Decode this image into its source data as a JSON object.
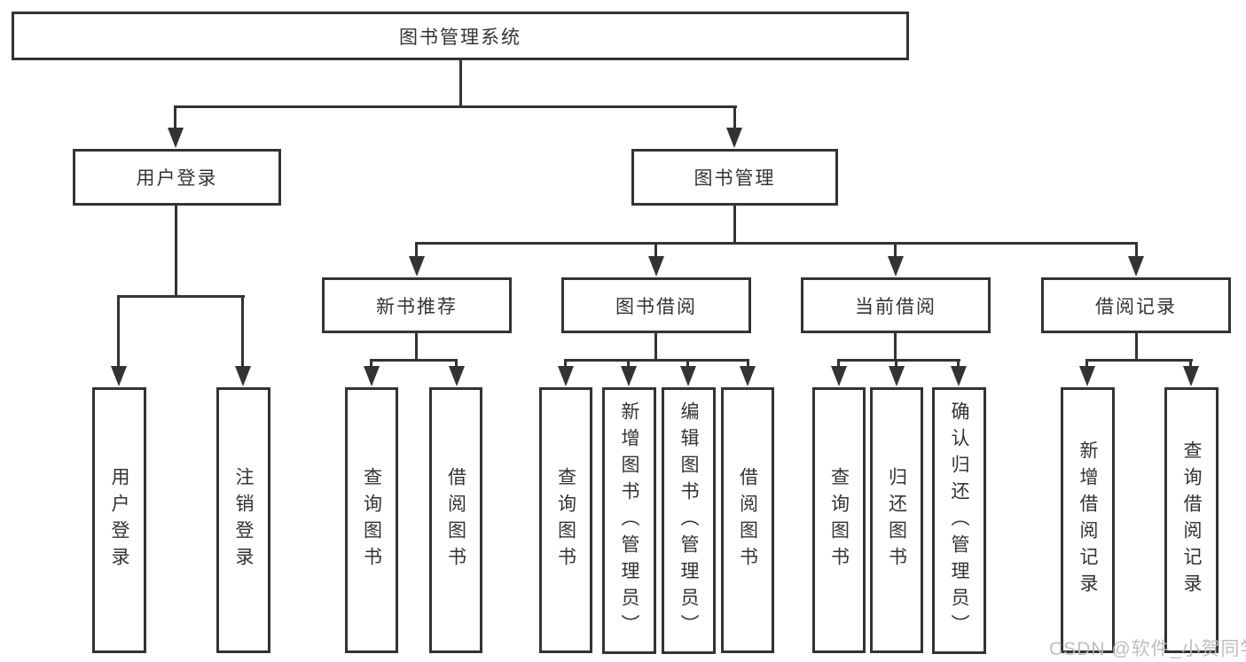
{
  "diagram_title": "图书管理系统",
  "tree": {
    "label": "图书管理系统",
    "children": [
      {
        "label": "用户登录",
        "children": [
          {
            "label": "用户登录"
          },
          {
            "label": "注销登录"
          }
        ]
      },
      {
        "label": "图书管理",
        "children": [
          {
            "label": "新书推荐",
            "children": [
              {
                "label": "查询图书"
              },
              {
                "label": "借阅图书"
              }
            ]
          },
          {
            "label": "图书借阅",
            "children": [
              {
                "label": "查询图书"
              },
              {
                "label": "新增图书（管理员）"
              },
              {
                "label": "编辑图书（管理员）"
              },
              {
                "label": "借阅图书"
              }
            ]
          },
          {
            "label": "当前借阅",
            "children": [
              {
                "label": "查询图书"
              },
              {
                "label": "归还图书"
              },
              {
                "label": "确认归还（管理员）"
              }
            ]
          },
          {
            "label": "借阅记录",
            "children": [
              {
                "label": "新增借阅记录"
              },
              {
                "label": "查询借阅记录"
              }
            ]
          }
        ]
      }
    ]
  },
  "watermark": {
    "text": "CSDN @软件_小贺同学"
  },
  "colors": {
    "line": "#333333",
    "box_border": "#333333",
    "text": "#333333",
    "watermark": "#bababa",
    "background": "#ffffff"
  }
}
